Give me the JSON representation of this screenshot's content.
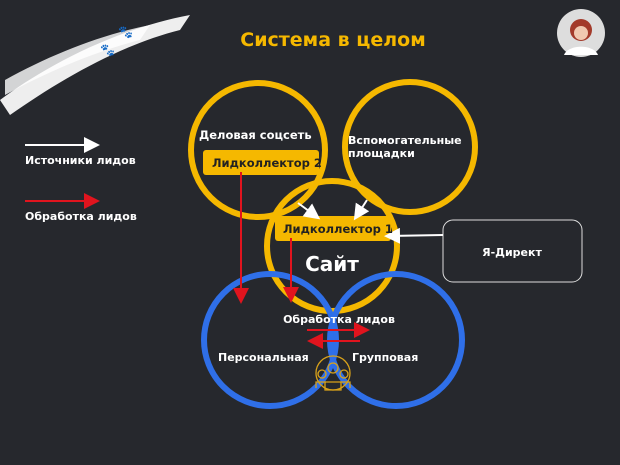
{
  "title": "Система в целом",
  "legend": {
    "sources": "Источники лидов",
    "processing": "Обработка лидов"
  },
  "circles": {
    "business_social": "Деловая соцсеть",
    "auxiliary": "Вспомогательные",
    "auxiliary_2": "площадки",
    "site": "Сайт",
    "personal": "Персональная",
    "group": "Групповая"
  },
  "labels": {
    "lead_collector_2": "Лидколлектор 2",
    "lead_collector_1": "Лидколлектор 1",
    "lead_processing": "Обработка лидов",
    "yandex_direct": "Я-Директ"
  },
  "colors": {
    "background": "#26282d",
    "yellow": "#f5b800",
    "blue": "#2f6fe8",
    "red": "#e0141e",
    "white": "#ffffff"
  }
}
